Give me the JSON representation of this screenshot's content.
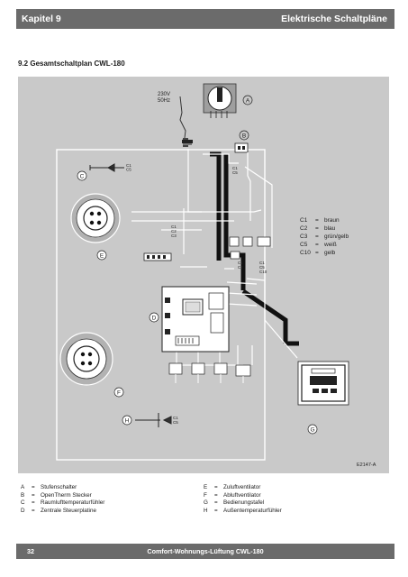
{
  "header": {
    "chapter": "Kapitel 9",
    "title": "Elektrische Schaltpläne"
  },
  "section": {
    "title": "9.2 Gesamtschaltplan CWL-180"
  },
  "diagram": {
    "power": [
      "230V",
      "50Hz"
    ],
    "labels": [
      "A",
      "B",
      "C",
      "D",
      "E",
      "F",
      "G",
      "H"
    ],
    "wire_codes": [
      "C1",
      "C5",
      "C1",
      "C5",
      "C1",
      "C2",
      "C3",
      "C1",
      "C2",
      "C1",
      "C5",
      "C10",
      "C1",
      "C5"
    ],
    "color_legend": [
      {
        "code": "C1",
        "color": "braun"
      },
      {
        "code": "C2",
        "color": "blau"
      },
      {
        "code": "C3",
        "color": "grün/gelb"
      },
      {
        "code": "C5",
        "color": "weiß"
      },
      {
        "code": "C10",
        "color": "gelb"
      }
    ],
    "figure_id": "E2147-A"
  },
  "legend": {
    "left": [
      {
        "key": "A",
        "label": "Stufenschalter"
      },
      {
        "key": "B",
        "label": "OpenTherm Stecker"
      },
      {
        "key": "C",
        "label": "Raumlufttemperaturfühler"
      },
      {
        "key": "D",
        "label": "Zentrale Steuerplatine"
      }
    ],
    "right": [
      {
        "key": "E",
        "label": "Zuluftventilator"
      },
      {
        "key": "F",
        "label": "Abluftventilator"
      },
      {
        "key": "G",
        "label": "Bedienungstafel"
      },
      {
        "key": "H",
        "label": "Außentemperaturfühler"
      }
    ]
  },
  "footer": {
    "page": "32",
    "title": "Comfort-Wohnungs-Lüftung CWL-180"
  },
  "colors": {
    "bar": "#6b6b6b",
    "diagram_bg": "#c9c9c9"
  }
}
